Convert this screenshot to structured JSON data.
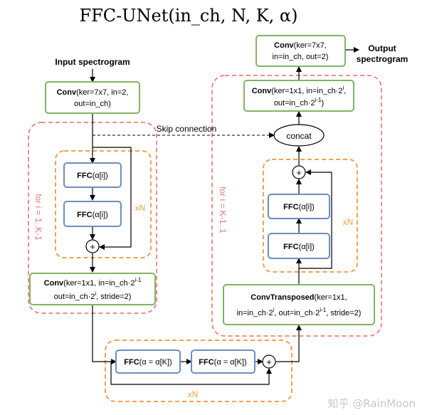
{
  "title": "FFC-UNet(in_ch, N, K, α)",
  "colors": {
    "green_border": "#82b366",
    "blue_border": "#6c8ebf",
    "red_dashed": "#ea6b66",
    "orange_dashed": "#f5a04f",
    "label_red": "#e27a7a",
    "label_orange": "#f0a040",
    "text": "#000000",
    "watermark": "#cccccc"
  },
  "labels": {
    "input_spectrogram": "Input spectrogram",
    "output_spectrogram_1": "Output",
    "output_spectrogram_2": "spectrogram",
    "skip_connection": "Skip connection",
    "concat": "concat",
    "plus": "+",
    "xN": "xN",
    "for_down": "for i = 1..K-1",
    "for_up": "for i = K-1..1",
    "watermark": "知乎 @RainMoon"
  },
  "blocks": {
    "input_conv": {
      "bold": "Conv",
      "line1": "(ker=7x7, in=2,",
      "line2": "out=in_ch)"
    },
    "ffc": {
      "bold": "FFC",
      "rest": "(α[i])"
    },
    "down_conv": {
      "bold": "Conv",
      "line1_a": "(ker=1x1, in=in_ch·2",
      "line1_sup": "i-1",
      "line2_a": "out=in_ch·2",
      "line2_sup": "i",
      "line2_b": ", stride=2)"
    },
    "bottleneck_ffc": {
      "bold": "FFC",
      "rest": "(α = α[K])"
    },
    "output_conv": {
      "bold": "Conv",
      "line1": "(ker=7x7,",
      "line2": "in=in_ch, out=2)"
    },
    "up_conv": {
      "bold": "Conv",
      "line1_a": "(ker=1x1, in=in_ch·2",
      "line1_sup": "i",
      "line1_b": ",",
      "line2_a": "out=in_ch·2",
      "line2_sup": "i-1",
      "line2_b": ")"
    },
    "conv_transposed": {
      "bold": "ConvTransposed",
      "line1": "(ker=1x1,",
      "line2_a": "in=in_ch·2",
      "line2_sup": "i",
      "line2_b": ", out=in_ch·2",
      "line2_sup2": "i-1",
      "line2_c": ", stride=2)"
    }
  }
}
